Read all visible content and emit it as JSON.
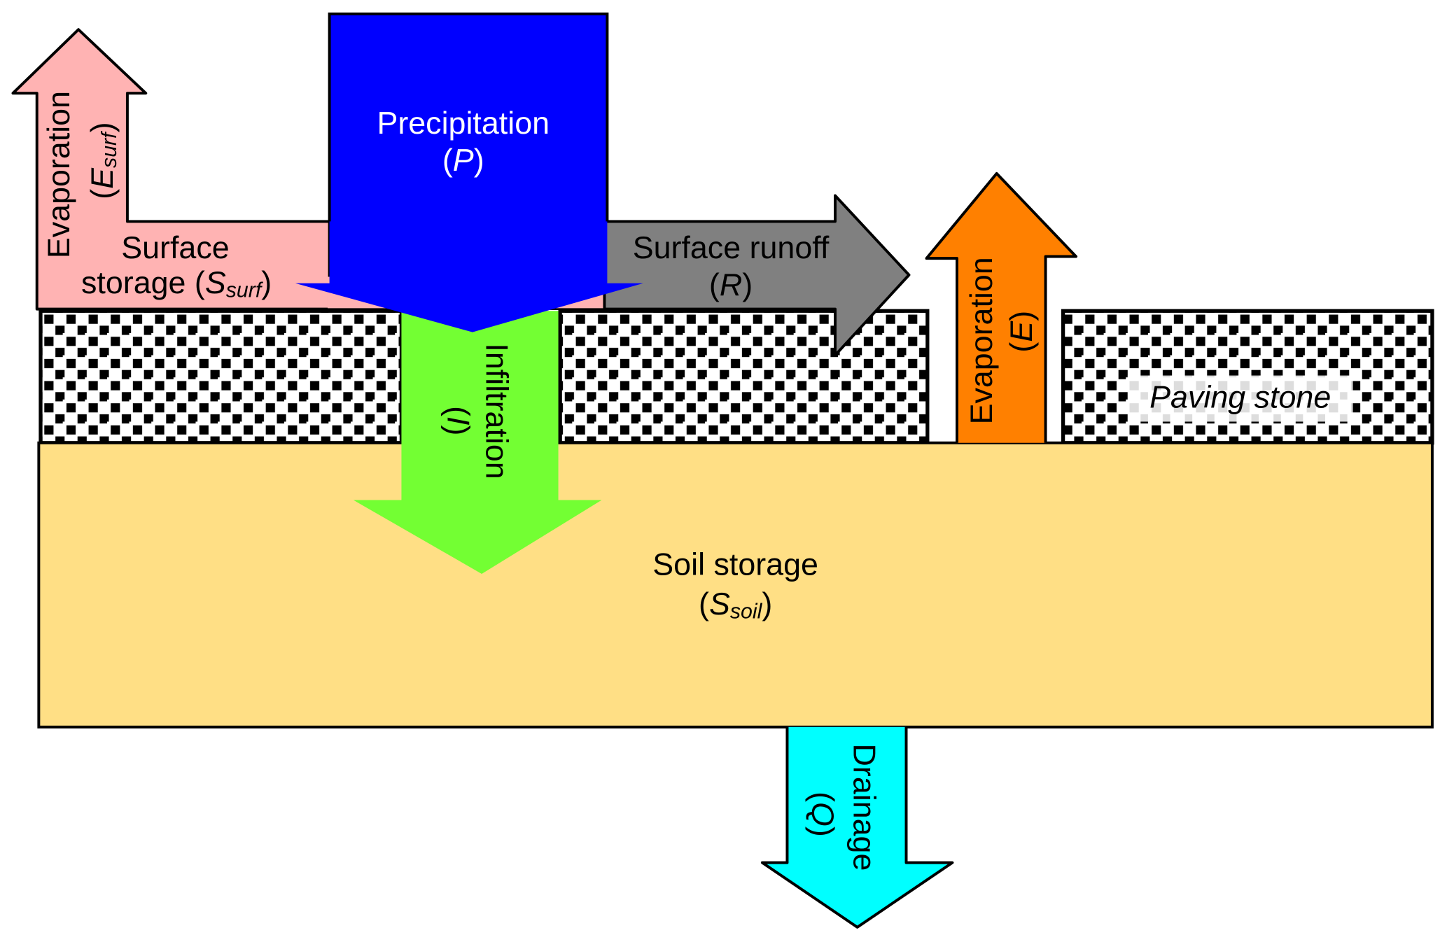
{
  "labels": {
    "evap_surf": "Evaporation",
    "evap_surf_sym": "E",
    "evap_surf_sub": "surf",
    "surface_storage_1": "Surface",
    "surface_storage_2": "storage (",
    "surface_storage_sym": "S",
    "surface_storage_sub": "surf",
    "precip": "Precipitation",
    "precip_sym": "P",
    "runoff": "Surface runoff",
    "runoff_sym": "R",
    "evap": "Evaporation",
    "evap_sym": "E",
    "infiltration": "Infiltration",
    "infiltration_sym": "I",
    "paving": "Paving stone",
    "soil": "Soil storage",
    "soil_sym": "S",
    "soil_sub": "soil",
    "drainage": "Drainage",
    "drainage_sym": "Q"
  },
  "colors": {
    "surface_storage": "#ffb3b3",
    "precipitation": "#0000ff",
    "runoff": "#808080",
    "evaporation": "#ff8000",
    "infiltration": "#73ff33",
    "soil": "#ffdf85",
    "drainage": "#00ffff"
  }
}
